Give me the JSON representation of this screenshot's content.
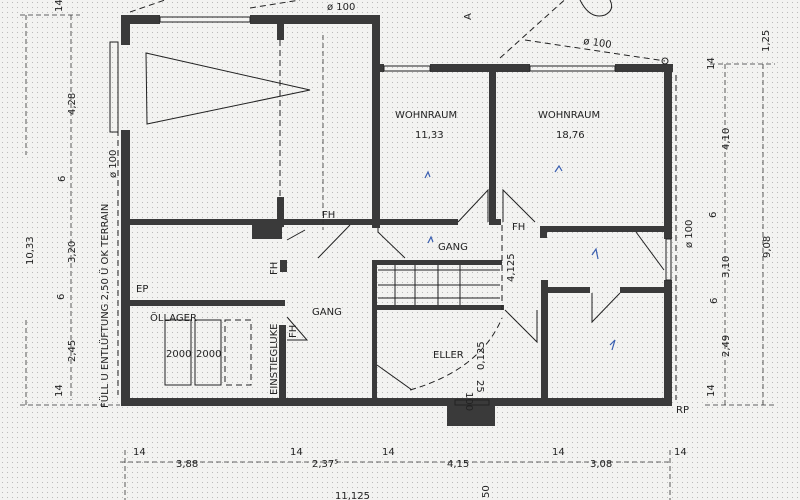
{
  "rooms": {
    "wohnraum_1": {
      "name": "WOHNRAUM",
      "area": "11,33"
    },
    "wohnraum_2": {
      "name": "WOHNRAUM",
      "area": "18,76"
    },
    "gang_upper": "GANG",
    "gang_lower": "GANG",
    "oellager": "ÖLLAGER",
    "keller": "ELLER",
    "tank_1": "2000",
    "tank_2": "2000",
    "einstiegluke": "EINSTIEGLUKE"
  },
  "annotations": {
    "fh_1": "FH",
    "fh_2": "FH",
    "fh_3": "FH",
    "fh_4": "FH",
    "ep": "EP",
    "rp": "RP",
    "section_mark": "A",
    "pipe_top": "ø 100",
    "pipe_top_right": "ø 100",
    "pipe_left": "ø 100",
    "pipe_right": "ø 100",
    "fill_vent": "FÜLL U ENTLÜFTUNG  2,50 Ü OK TERRAIN",
    "stair_width": "4,125",
    "slope": "0,125",
    "pipe_keller": "100",
    "pipe_keller_2": "25"
  },
  "dimensions": {
    "left": {
      "total": "10,33",
      "d1": "4,28",
      "d2": "3,20",
      "d3": "2,45",
      "t1": "14",
      "t2": "14",
      "j1": "6",
      "j2": "6"
    },
    "right": {
      "top": "1,25",
      "total": "9,08",
      "d1": "4,10",
      "d2": "3,10",
      "d3": "2,49",
      "t1": "14",
      "t2": "14",
      "j1": "6",
      "j2": "6"
    },
    "bottom": {
      "t1": "14",
      "d1": "3,88",
      "t2": "14",
      "d2": "2,37⁵",
      "t3": "14",
      "d3": "4,15",
      "t4": "14",
      "d4": "3,08",
      "t5": "14",
      "extra": "50",
      "total": "11,125"
    }
  }
}
